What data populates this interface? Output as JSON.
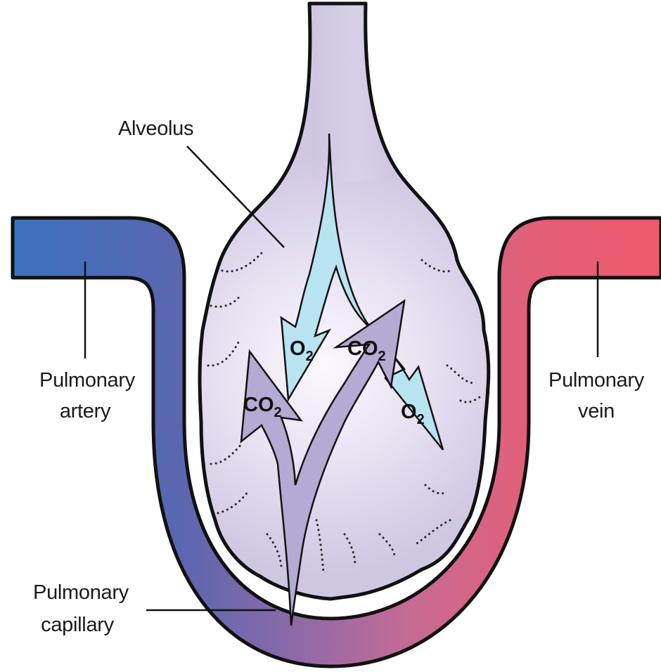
{
  "labels": {
    "alveolus": "Alveolus",
    "artery_line1": "Pulmonary",
    "artery_line2": "artery",
    "vein_line1": "Pulmonary",
    "vein_line2": "vein",
    "capillary_line1": "Pulmonary",
    "capillary_line2": "capillary"
  },
  "gases": {
    "o2_base": "O",
    "o2_sub": "2",
    "co2_base": "CO",
    "co2_sub": "2"
  },
  "colors": {
    "deoxygenated": "#3a73c2",
    "oxygenated": "#ec5a6e",
    "capillary_mid": "#8e6aa8",
    "alveolus_fill": "#d6cfe6",
    "o2_arrow": "#b8e4f2",
    "co2_arrow": "#b3abd3",
    "outline": "#111111"
  }
}
